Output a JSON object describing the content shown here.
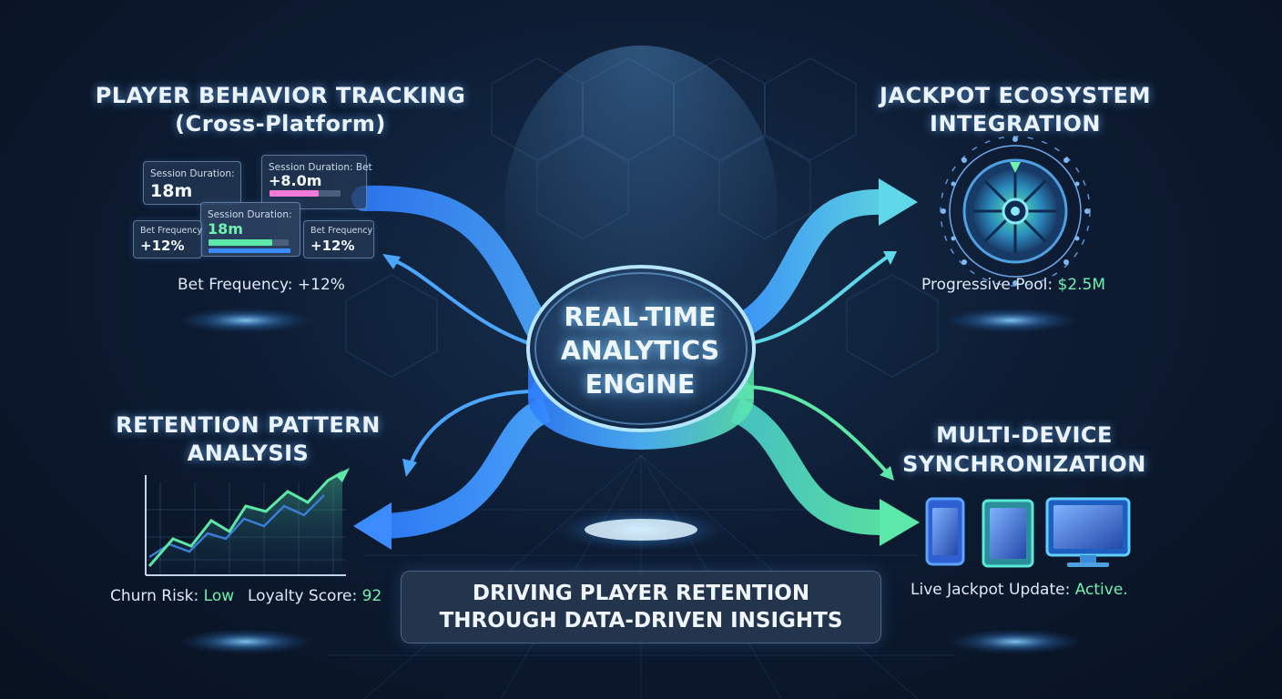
{
  "center": {
    "label_line1": "REAL-TIME",
    "label_line2": "ANALYTICS",
    "label_line3": "ENGINE"
  },
  "behavior": {
    "title_line1": "PLAYER BEHAVIOR TRACKING",
    "title_line2": "(Cross-Platform)",
    "cards": [
      {
        "label": "Session Duration:",
        "value": "18m"
      },
      {
        "label": "Session Duration: Bet",
        "value": "+8.0m"
      },
      {
        "label": "Session Duration:",
        "value": "18m"
      },
      {
        "label": "Bet Frequency",
        "value": "+12%"
      },
      {
        "label": "Bet Frequency",
        "value": "+12%"
      }
    ],
    "caption": "Bet Frequency: +12%"
  },
  "jackpot": {
    "title_line1": "JACKPOT ECOSYSTEM",
    "title_line2": "INTEGRATION",
    "caption_label": "Progressive Pool: ",
    "caption_value": "$2.5M"
  },
  "retention": {
    "title_line1": "RETENTION PATTERN",
    "title_line2": "ANALYSIS",
    "churn_label": "Churn Risk: ",
    "churn_value": "Low",
    "loyalty_label": "Loyalty Score: ",
    "loyalty_value": "92"
  },
  "multi": {
    "title_line1": "MULTI-DEVICE",
    "title_line2": "SYNCHRONIZATION",
    "caption_label": "Live Jackpot Update: ",
    "caption_value": "Active."
  },
  "banner": {
    "line1": "DRIVING PLAYER RETENTION",
    "line2": "THROUGH DATA-DRIVEN INSIGHTS"
  },
  "colors": {
    "accent_blue": "#3d8cff",
    "accent_green": "#5be8a8",
    "accent_pink": "#f07cd8",
    "background": "#0d1c33"
  }
}
